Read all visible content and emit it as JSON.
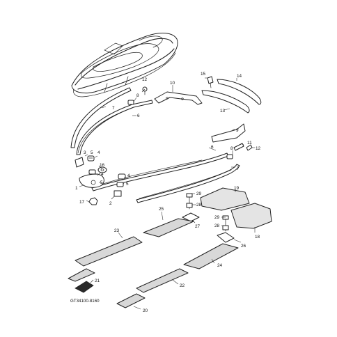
{
  "diagram": {
    "figure_code": "GT34100-8160",
    "callouts": {
      "c1": "1",
      "c2": "2",
      "c3": "3",
      "c4a": "4",
      "c4b": "4",
      "c5a": "5",
      "c5b": "5",
      "c6a": "6",
      "c6b": "6",
      "c7a": "7",
      "c7b": "7",
      "c8a": "8",
      "c8b": "8",
      "c9": "9",
      "c10": "10",
      "c11": "11",
      "c12a": "12",
      "c12b": "12",
      "c13": "13",
      "c14": "14",
      "c15": "15",
      "c16": "16",
      "c17": "17",
      "c18": "18",
      "c19": "19",
      "c20": "20",
      "c21": "21",
      "c22": "22",
      "c23": "23",
      "c24": "24",
      "c25": "25",
      "c26": "26",
      "c27": "27",
      "c28a": "28",
      "c28b": "28",
      "c29a": "29",
      "c29b": "29"
    }
  }
}
